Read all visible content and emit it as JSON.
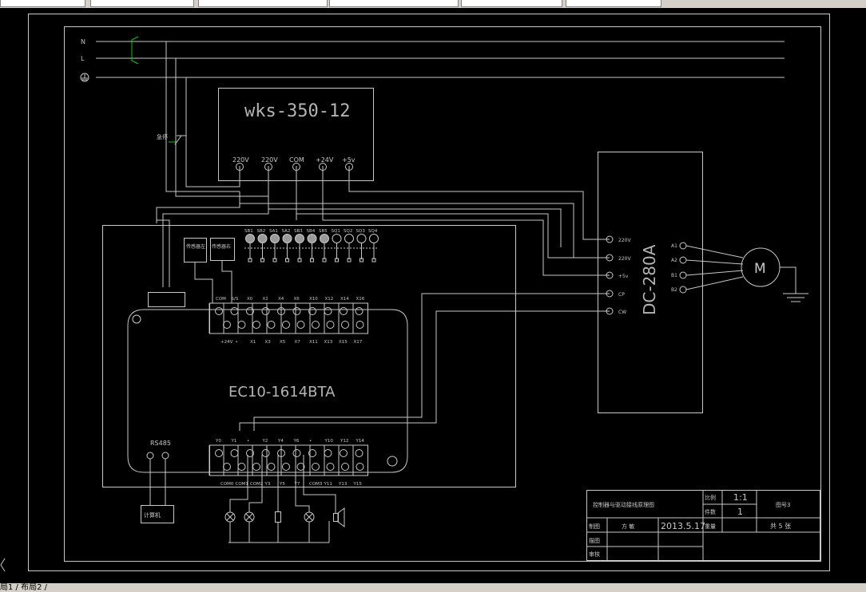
{
  "colors": {
    "line": "#ffffff",
    "grid": "#c8c8c8",
    "accent": "#00cc00",
    "bg": "#000000"
  },
  "bus": {
    "n": "N",
    "l": "L"
  },
  "power_supply": {
    "model": "wks-350-12",
    "terminals": [
      "220V",
      "220V",
      "COM",
      "+24V",
      "+5v"
    ]
  },
  "switch_label": "急停",
  "plc": {
    "model": "EC10-1614BTA",
    "buttons": [
      "SB1",
      "SB2",
      "SA1",
      "SA2",
      "SB3",
      "SB4",
      "SB5",
      "SQ1",
      "SQ2",
      "SQ3",
      "SQ4"
    ],
    "input_top_labels": [
      "COM",
      "S/S",
      "X0",
      "X2",
      "X4",
      "X6",
      "X10",
      "X12",
      "X14",
      "X16"
    ],
    "input_bottom_labels": [
      "+24V",
      "•",
      "X1",
      "X3",
      "X5",
      "X7",
      "X11",
      "X13",
      "X15",
      "X17"
    ],
    "output_top_labels": [
      "Y0",
      "Y1",
      "•",
      "Y2",
      "Y4",
      "Y6",
      "•",
      "Y10",
      "Y12",
      "Y14"
    ],
    "output_bottom_labels": [
      "COM0",
      "COM1",
      "COM2",
      "Y3",
      "Y5",
      "Y7",
      "COM3",
      "Y11",
      "Y13",
      "Y15"
    ],
    "rs485": "RS485",
    "computer": "计算机",
    "sensor1": "传感器左",
    "sensor2": "传感器右"
  },
  "driver": {
    "model": "DC-280A",
    "inputs": [
      "220V",
      "220V",
      "+5v",
      "CP",
      "CW"
    ],
    "outputs": [
      "A1",
      "A2",
      "B1",
      "B2"
    ],
    "motor": "M"
  },
  "title_block": {
    "title": "控制器与驱动接线原理图",
    "scale_label": "比例",
    "scale": "1:1",
    "count_label": "件数",
    "count": "1",
    "drawing_no": "图号3",
    "draw_label": "制图",
    "drawer": "方 敏",
    "date": "2013.5.17",
    "weight_label": "重量",
    "sheets": "共 5 张",
    "check_label": "描图",
    "review_label": "审核"
  },
  "status_tabs": "局1 / 布局2 /"
}
